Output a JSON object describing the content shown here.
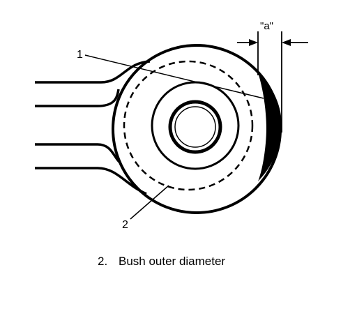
{
  "labels": {
    "dimension_a": "\"a\"",
    "callout_1": "1",
    "callout_2": "2"
  },
  "caption": {
    "number": "2.",
    "text": "Bush outer diameter"
  },
  "colors": {
    "ink": "#000000",
    "paper": "#ffffff"
  }
}
